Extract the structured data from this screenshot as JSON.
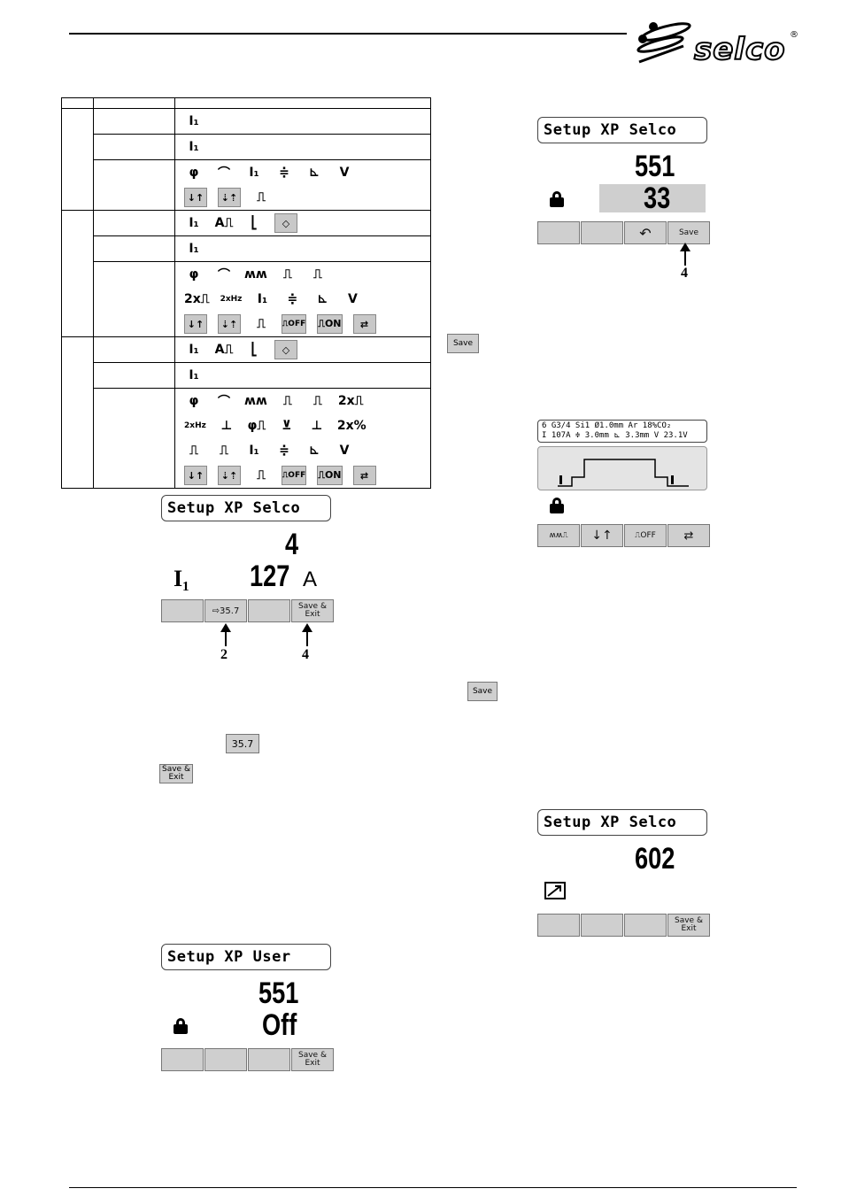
{
  "brand": {
    "name": "selco",
    "reg": "®"
  },
  "table": {
    "rows": [
      {
        "group": 0,
        "rowspan": 3,
        "lines": [
          [
            "I₁"
          ]
        ]
      },
      {
        "lines": [
          [
            "I₁"
          ]
        ]
      },
      {
        "lines": [
          [
            "φ",
            "⌒",
            "I₁",
            "≑",
            "⊾",
            "V"
          ],
          [
            "↓↑",
            "⇣⇡",
            "⎍"
          ]
        ]
      },
      {
        "group": 1,
        "rowspan": 3,
        "lines": [
          [
            "I₁",
            "A⎍",
            "⎣",
            "◇"
          ]
        ]
      },
      {
        "lines": [
          [
            "I₁"
          ]
        ]
      },
      {
        "lines": [
          [
            "φ",
            "⌒",
            "ʍʍ",
            "⎍",
            "⎍"
          ],
          [
            "2x⎍",
            "2xHz",
            "I₁",
            "≑",
            "⊾",
            "V"
          ],
          [
            "↓↑",
            "⇣⇡",
            "⎍",
            "⎍OFF",
            "⎍ON",
            "⇄"
          ]
        ]
      },
      {
        "group": 2,
        "rowspan": 3,
        "lines": [
          [
            "I₁",
            "A⎍",
            "⎣",
            "◇"
          ]
        ]
      },
      {
        "lines": [
          [
            "I₁"
          ]
        ]
      },
      {
        "lines": [
          [
            "φ",
            "⌒",
            "ʍʍ",
            "⎍",
            "⎍",
            "2x⎍"
          ],
          [
            "2xHz",
            "⊥",
            "φ⎍",
            "⊻",
            "⊥",
            "2x%"
          ],
          [
            "⎍",
            "⎍",
            "I₁",
            "≑",
            "⊾",
            "V"
          ],
          [
            "↓↑",
            "⇣⇡",
            "⎍",
            "⎍OFF",
            "⎍ON",
            "⇄"
          ]
        ]
      }
    ]
  },
  "lcd1": {
    "title": "Setup XP Selco",
    "number": "551",
    "value": "33",
    "keys": [
      "",
      "",
      "↶",
      "Save"
    ],
    "callout": "4"
  },
  "lcd2": {
    "title": "Setup XP Selco",
    "number": "4",
    "param": "I₁",
    "value": "127",
    "unit": "A",
    "keys": [
      "",
      "⇨35.7",
      "",
      "Save & Exit"
    ],
    "callout_a": "2",
    "callout_b": "4"
  },
  "lcd3": {
    "info_line1": "6 G3/4 Si1  Ø1.0mm  Ar 18%CO₂",
    "info_line2": "I 107A  ≑  3.0mm  ⊾ 3.3mm  V 23.1V",
    "keys": [
      "ʍʍ⎍",
      "↓↑",
      "⎍OFF",
      "⇄"
    ]
  },
  "lcd4": {
    "title": "Setup XP Selco",
    "number": "602",
    "keys": [
      "",
      "",
      "",
      "Save & Exit"
    ]
  },
  "lcd5": {
    "title": "Setup XP User",
    "number": "551",
    "value": "Off",
    "keys": [
      "",
      "",
      "",
      "Save & Exit"
    ]
  },
  "inline": {
    "save": "Save",
    "save_exit": "Save & Exit",
    "value": "35.7"
  }
}
